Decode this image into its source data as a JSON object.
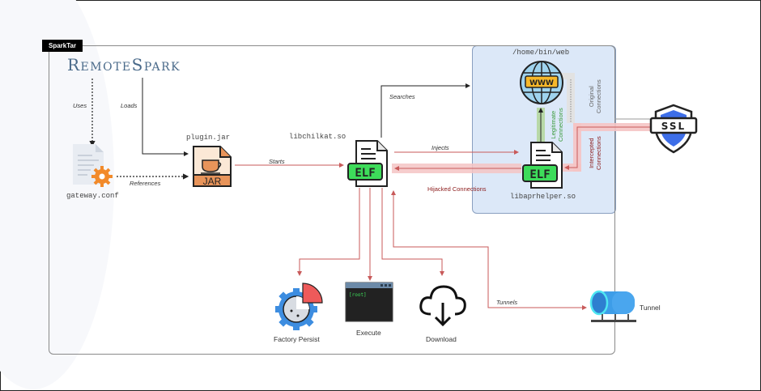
{
  "frame": {
    "tag": "SparkTar"
  },
  "brand": {
    "title": "RemoteSpark"
  },
  "nodes": {
    "gateway_conf": {
      "label": "gateway.conf"
    },
    "plugin_jar": {
      "label": "plugin.jar",
      "badge": "JAR"
    },
    "libchilkat": {
      "label": "libchilkat.so",
      "badge": "ELF"
    },
    "libaprhelper": {
      "label": "libaprhelper.so",
      "badge": "ELF"
    },
    "web_dir": {
      "label": "/home/bin/web",
      "badge": "WWW"
    },
    "ssl": {
      "badge": "SSL"
    },
    "factory_persist": {
      "label": "Factory Persist"
    },
    "execute": {
      "label": "Execute",
      "terminal_text": "[root]"
    },
    "download": {
      "label": "Download"
    },
    "tunnel": {
      "label": "Tunnel"
    }
  },
  "edges": {
    "uses": "Uses",
    "loads": "Loads",
    "references": "References",
    "starts": "Starts",
    "searches": "Searches",
    "injects": "Injects",
    "hijacked": "Hijacked Connections",
    "legitimate": [
      "Legitimate",
      "Connections"
    ],
    "original": [
      "Original",
      "Connections"
    ],
    "intercepted": [
      "Intercepted",
      "Connections"
    ],
    "tunnels": "Tunnels"
  },
  "colors": {
    "red_flow": "#c85a5a",
    "highlight_red": "#f5b8b8",
    "green_flow": "#b9d9a8",
    "web_zone": "#dce8f8",
    "elf_green": "#3ddc5a",
    "jar_orange": "#e8945a",
    "brand_blue": "#4a6a8a"
  }
}
